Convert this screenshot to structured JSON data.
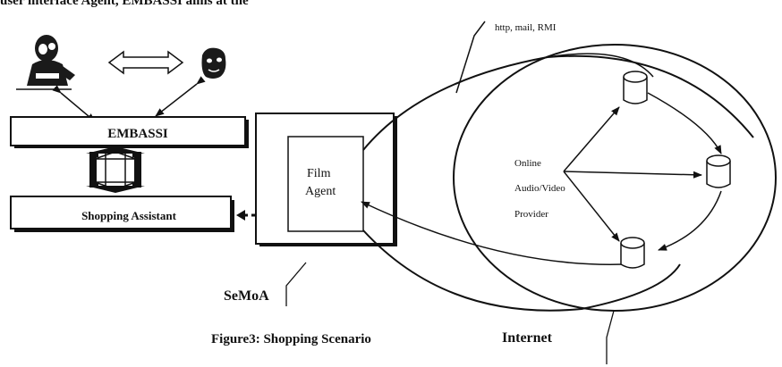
{
  "header_text": "user interface Agent, EMBASSI aims at the",
  "protocols_label": "http, mail, RMI",
  "embassi_label": "EMBASSI",
  "shopping_assistant_label": "Shopping Assistant",
  "film_agent_line1": "Film",
  "film_agent_line2": "Agent",
  "provider_line1": "Online",
  "provider_line2": "Audio/Video",
  "provider_line3": "Provider",
  "semoa_label": "SeMoA",
  "figure_caption": "Figure3: Shopping Scenario",
  "internet_label": "Internet"
}
